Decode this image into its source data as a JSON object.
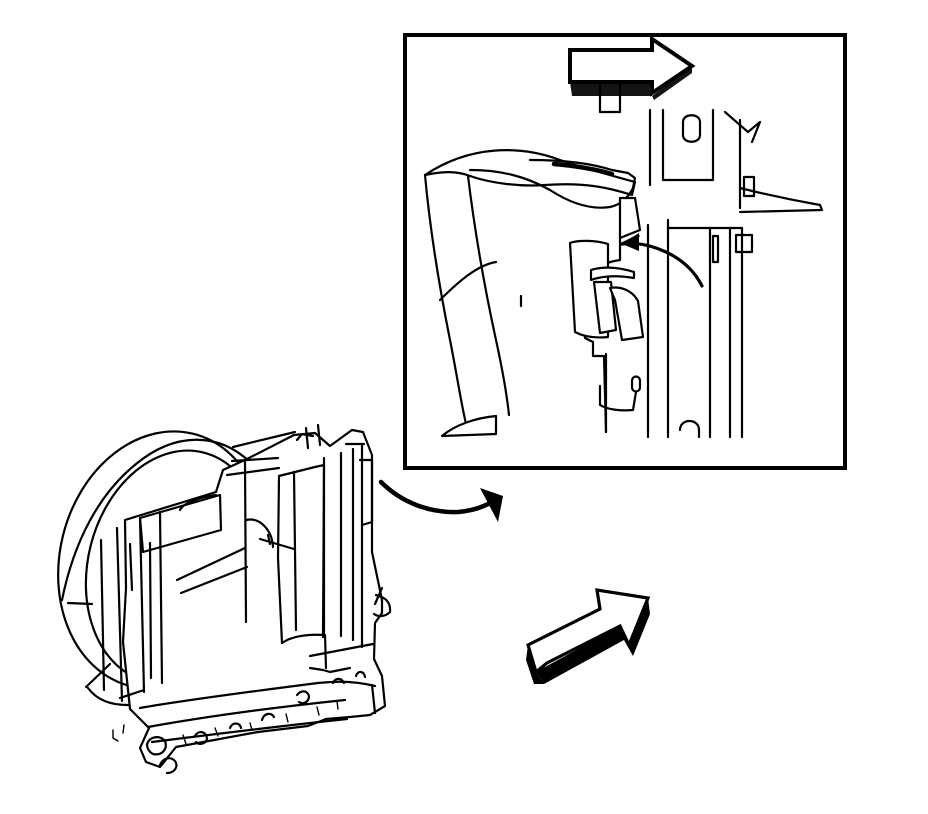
{
  "figure": {
    "background": "#ffffff",
    "line_color": "#000000",
    "fill_color": "#ffffff",
    "callout_view": "detail-inset",
    "elements": [
      "fan-shroud-assembly",
      "detail-inset",
      "direction-arrow-top",
      "direction-arrow-bottom",
      "curved-callout-arrow",
      "latch-pointer-arrow"
    ]
  }
}
